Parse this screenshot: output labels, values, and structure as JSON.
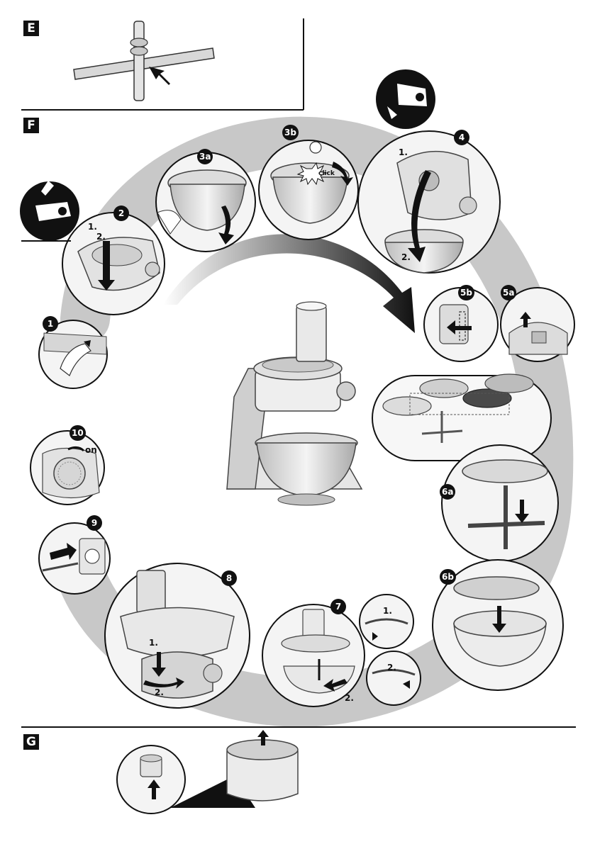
{
  "sections": {
    "E": {
      "letter": "E"
    },
    "F": {
      "letter": "F"
    },
    "G": {
      "letter": "G"
    }
  },
  "steps": [
    "1",
    "2",
    "3a",
    "3b",
    "4",
    "5b",
    "5a",
    "6a",
    "6b",
    "7",
    "8",
    "9",
    "10"
  ],
  "labels": {
    "step2_1": "1.",
    "step2_2": "2.",
    "step4_1": "1.",
    "step4_2": "2.",
    "click": "click",
    "step7_1": "1.",
    "step7_2": "2.",
    "step7_2b": "2.",
    "step8_1": "1.",
    "step8_2": "2.",
    "on": "on"
  },
  "colors": {
    "ink": "#111111",
    "arc": "#c8c8c8",
    "metal": "#d9d9d9",
    "panel": "#f2f2f2"
  }
}
